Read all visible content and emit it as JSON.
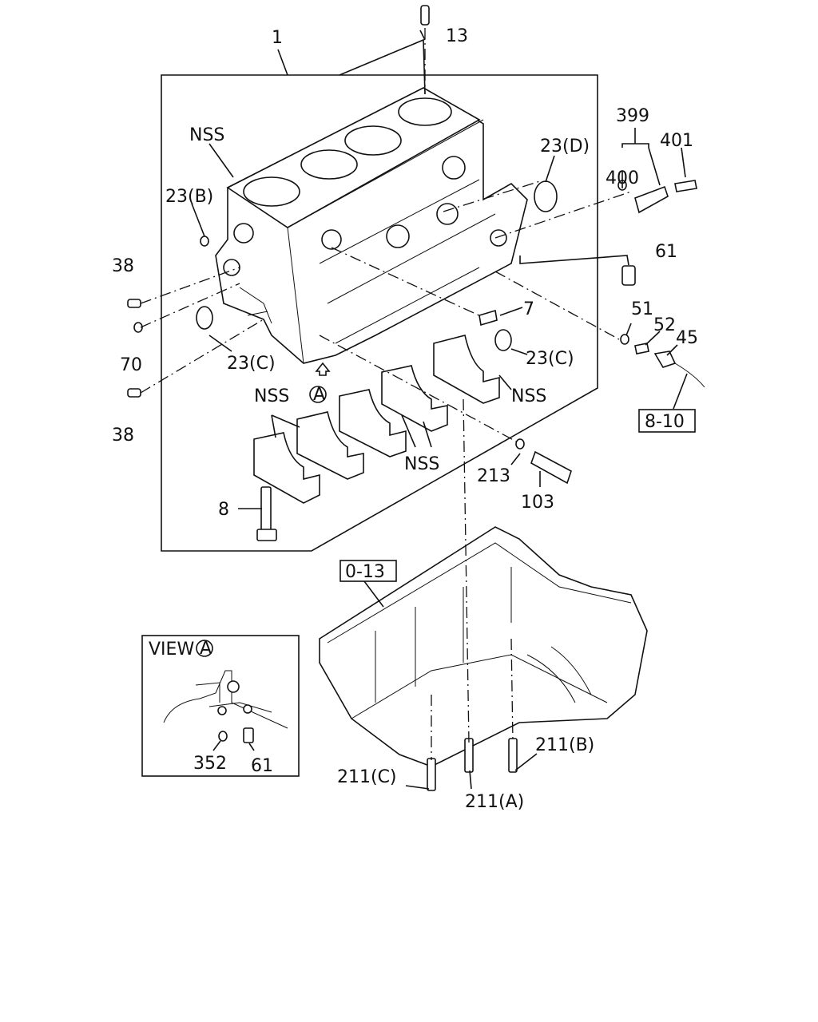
{
  "labels": {
    "main": "1",
    "p13": "13",
    "nss_block": "NSS",
    "p23b": "23(B)",
    "p23d": "23(D)",
    "p399": "399",
    "p401": "401",
    "p400": "400",
    "p61_top": "61",
    "p7": "7",
    "p38_top": "38",
    "p70": "70",
    "p23c_left": "23(C)",
    "p23c_right": "23(C)",
    "p38_bottom": "38",
    "p51": "51",
    "p52": "52",
    "p45": "45",
    "ref_8_10": "8-10",
    "nss_caps_left": "NSS",
    "nss_caps_right": "NSS",
    "nss_caps_bottom": "NSS",
    "view_marker": "A",
    "p213": "213",
    "p103": "103",
    "p8": "8",
    "ref_0_13": "0-13",
    "view_title": "VIEW",
    "view_title_marker": "A",
    "p352": "352",
    "p61_view": "61",
    "p211b": "211(B)",
    "p211c": "211(C)",
    "p211a": "211(A)"
  }
}
